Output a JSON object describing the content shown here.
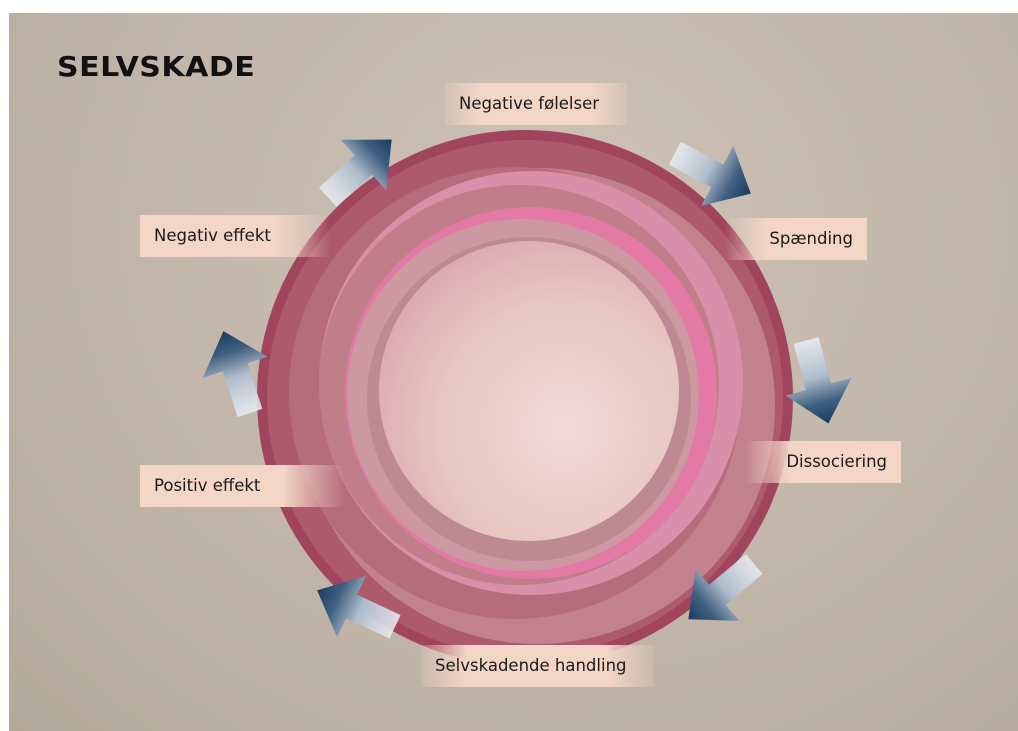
{
  "title": "SELVSKADE",
  "cycle": [
    {
      "id": "negative-folelser",
      "label": "Negative følelser"
    },
    {
      "id": "spaending",
      "label": "Spænding"
    },
    {
      "id": "dissociering",
      "label": "Dissociering"
    },
    {
      "id": "selvskadende-handling",
      "label": "Selvskadende handling"
    },
    {
      "id": "positiv-effekt",
      "label": "Positiv effekt"
    },
    {
      "id": "negativ-effekt",
      "label": "Negativ effekt"
    }
  ],
  "colors": {
    "background": "#c4b9ac",
    "ring_outer": "#a1445e",
    "ring_pink": "#e27aa5",
    "disc": "#edcfca",
    "label_fill": "#f3d6c6",
    "arrow_dark": "#173d63",
    "arrow_light": "#e9eef3"
  },
  "direction": "clockwise"
}
